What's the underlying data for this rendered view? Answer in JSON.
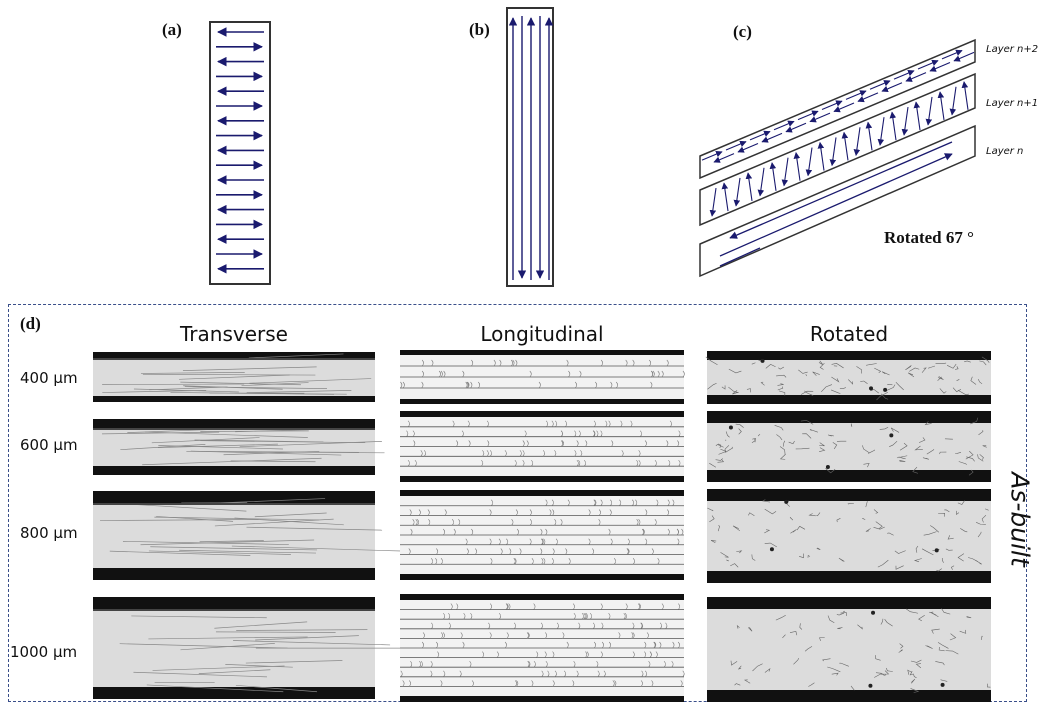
{
  "panels": {
    "a": {
      "label": "(a)"
    },
    "b": {
      "label": "(b)"
    },
    "c": {
      "label": "(c)",
      "layers": [
        "Layer n+2",
        "Layer n+1",
        "Layer n"
      ],
      "rotation_text": "Rotated 67 °"
    },
    "d": {
      "label": "(d)",
      "columns": [
        "Transverse",
        "Longitudinal",
        "Rotated"
      ],
      "rows": [
        "400 µm",
        "600 µm",
        "800 µm",
        "1000 µm"
      ],
      "side_label": "As-built"
    }
  },
  "colors": {
    "arrow": "#1a1a6e",
    "frame_dash": "#3a4f8a",
    "dark_band": "#111111",
    "metal": "#e6e6e6"
  }
}
